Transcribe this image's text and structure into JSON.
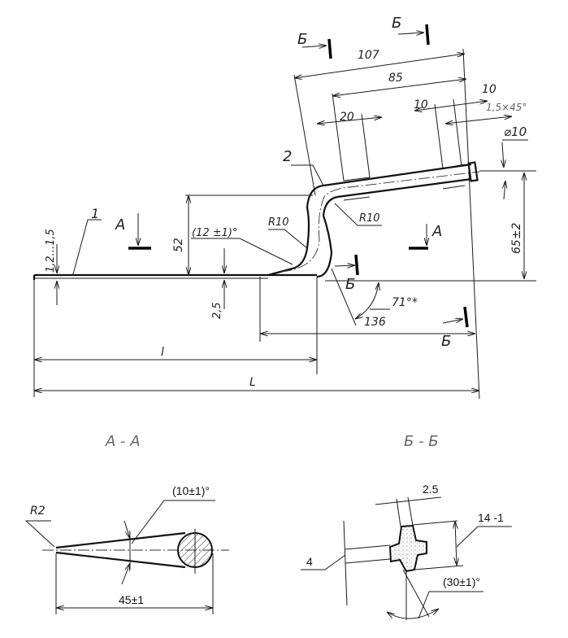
{
  "drawing": {
    "type": "technical-drawing",
    "main_view": {
      "part_labels": [
        "1",
        "2"
      ],
      "dimensions": {
        "overall_top": "107",
        "top_inner": "85",
        "left_seg": "20",
        "right_seg": "10",
        "end_seg": "10",
        "chamfer": "1,5×45°",
        "diameter": "⌀10",
        "height_left": "52",
        "height_right": "65±2",
        "thickness": "1,2...1,5",
        "offset": "2,5",
        "bend_angle": "(12 ±1)°",
        "radius_left": "R10",
        "radius_right": "R10",
        "angle_71": "71°*",
        "len_136": "136",
        "len_l": "l",
        "len_L": "L"
      },
      "section_marks": {
        "a": "А",
        "b": "Б"
      }
    },
    "section_aa": {
      "title": "А - А",
      "radius": "R2",
      "angle": "(10±1)°",
      "length": "45±1"
    },
    "section_bb": {
      "title": "Б - Б",
      "width": "2.5",
      "height": "14 -1",
      "thickness": "4",
      "angle": "(30±1)°"
    }
  }
}
